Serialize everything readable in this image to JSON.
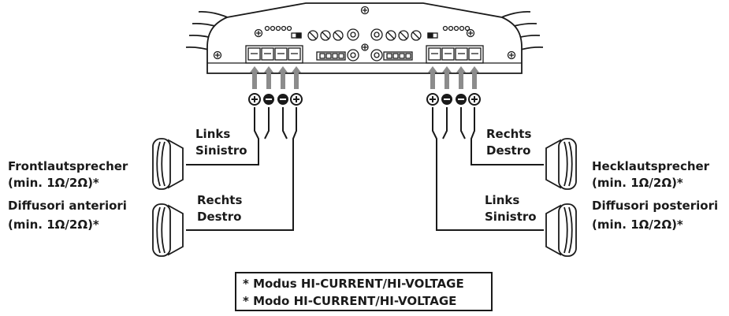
{
  "labels": {
    "front_left_de": "Links",
    "front_left_it": "Sinistro",
    "front_right_de": "Rechts",
    "front_right_it": "Destro",
    "rear_right_de": "Rechts",
    "rear_right_it": "Destro",
    "rear_left_de": "Links",
    "rear_left_it": "Sinistro",
    "front_group_de": "Frontlautsprecher",
    "front_group_de_min": "(min. 1Ω/2Ω)*",
    "front_group_it": "Diffusori anteriori",
    "front_group_it_min": "(min. 1Ω/2Ω)*",
    "rear_group_de": "Hecklautsprecher",
    "rear_group_de_min": "(min. 1Ω/2Ω)*",
    "rear_group_it": "Diffusori posteriori",
    "rear_group_it_min": "(min. 1Ω/2Ω)*"
  },
  "note": {
    "line1": "* Modus HI-CURRENT/HI-VOLTAGE",
    "line2": "* Modo HI-CURRENT/HI-VOLTAGE"
  },
  "terminals": {
    "left": [
      "+",
      "−",
      "−",
      "+"
    ],
    "right": [
      "+",
      "−",
      "−",
      "+"
    ]
  },
  "colors": {
    "line": "#1a1a1a",
    "arrow": "#8c8c8c",
    "background": "#ffffff"
  }
}
